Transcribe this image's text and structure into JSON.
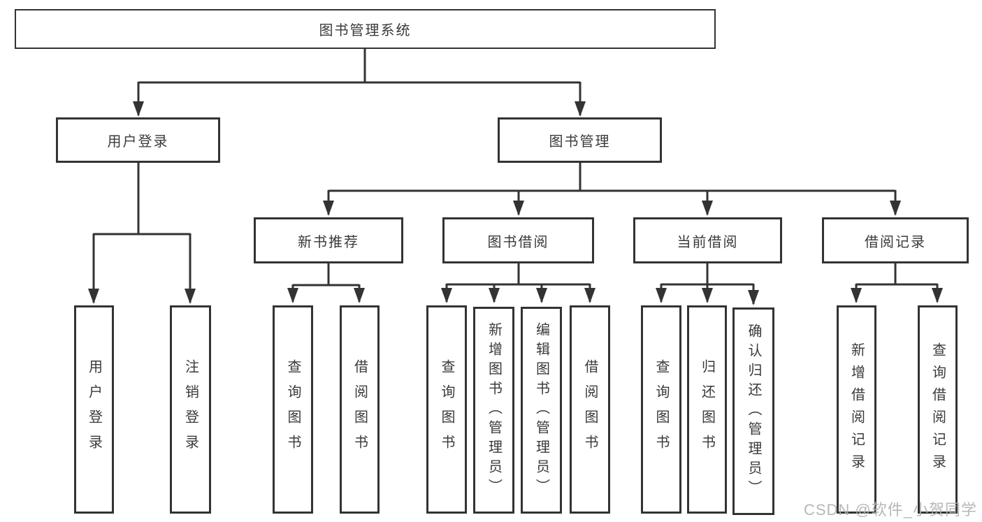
{
  "diagram": {
    "root": {
      "label": "图书管理系统",
      "children": [
        {
          "label": "用户登录",
          "children": [
            {
              "label": "用户登录"
            },
            {
              "label": "注销登录"
            }
          ]
        },
        {
          "label": "图书管理",
          "children": [
            {
              "label": "新书推荐",
              "children": [
                {
                  "label": "查询图书"
                },
                {
                  "label": "借阅图书"
                }
              ]
            },
            {
              "label": "图书借阅",
              "children": [
                {
                  "label": "查询图书"
                },
                {
                  "label": "新增图书（管理员）"
                },
                {
                  "label": "编辑图书（管理员）"
                },
                {
                  "label": "借阅图书"
                }
              ]
            },
            {
              "label": "当前借阅",
              "children": [
                {
                  "label": "查询图书"
                },
                {
                  "label": "归还图书"
                },
                {
                  "label": "确认归还（管理员）"
                }
              ]
            },
            {
              "label": "借阅记录",
              "children": [
                {
                  "label": "新增借阅记录"
                },
                {
                  "label": "查询借阅记录"
                }
              ]
            }
          ]
        }
      ]
    }
  },
  "watermark": {
    "text": "CSDN @软件_小贺同学"
  },
  "colors": {
    "line": "#333333",
    "box_border": "#333333",
    "text": "#3a3a3a",
    "background": "#ffffff",
    "watermark": "#b0b0b0"
  }
}
